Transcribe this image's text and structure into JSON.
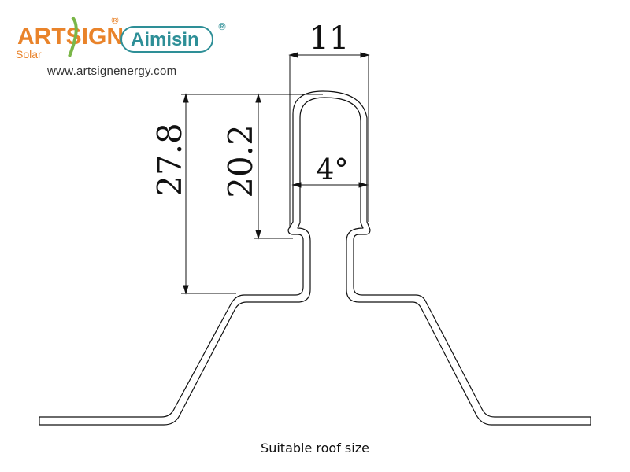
{
  "branding": {
    "logo_primary": "ARTSIGN",
    "logo_primary_sub": "Solar",
    "logo_secondary": "Aimisin",
    "registered_mark": "®",
    "website": "www.artsignenergy.com",
    "colors": {
      "primary_orange": "#E9832A",
      "primary_green": "#7AB648",
      "secondary_teal": "#2E8F97"
    }
  },
  "diagram": {
    "dimensions": {
      "width_top": "11",
      "total_height": "27.8",
      "rib_height": "20.2",
      "angle": "4°"
    }
  },
  "caption": "Suitable roof size"
}
